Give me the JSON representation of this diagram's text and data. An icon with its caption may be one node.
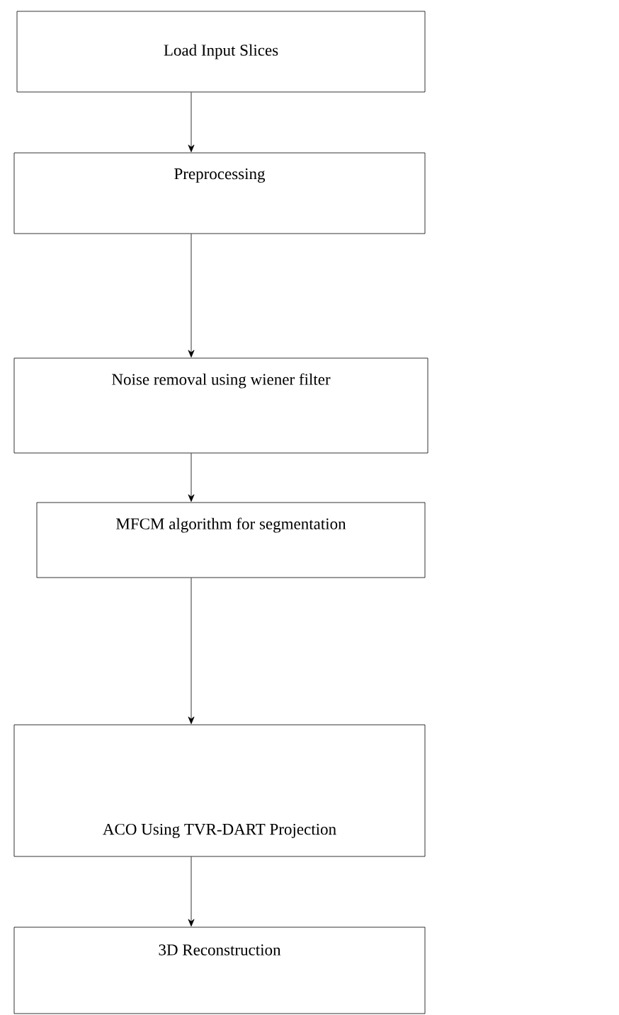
{
  "diagram": {
    "nodes": [
      {
        "text": [
          "Load Input Slices"
        ]
      },
      {
        "text": [
          "Preprocessing"
        ]
      },
      {
        "text": [
          "Noise removal using wiener filter"
        ]
      },
      {
        "text": [
          "MFCM algorithm for segmentation"
        ]
      },
      {
        "text": [
          "ACO Using TVR-DART Projection"
        ]
      },
      {
        "text": [
          "3D Reconstruction"
        ]
      }
    ],
    "edges": [
      {
        "from": 0,
        "to": 1,
        "arrow": "to"
      },
      {
        "from": 1,
        "to": 2,
        "arrow": "to"
      },
      {
        "from": 2,
        "to": 3,
        "arrow": "to"
      },
      {
        "from": 3,
        "to": 4,
        "arrow": "to"
      },
      {
        "from": 4,
        "to": 5,
        "arrow": "to"
      }
    ]
  }
}
